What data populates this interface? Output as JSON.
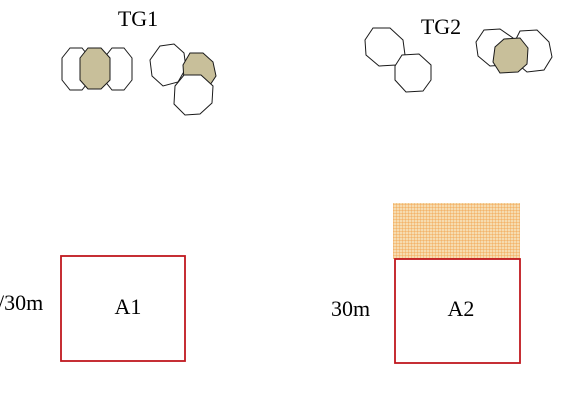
{
  "colors": {
    "octagon_outline": "#1a1a1a",
    "octagon_fill_plain": "#ffffff",
    "octagon_fill_shaded": "#c8bf9a",
    "rect_outline": "#c0181f",
    "grid_fill": "#f6dcb0",
    "grid_line": "#f39a3c"
  },
  "groups": {
    "tg1": {
      "label": "TG1"
    },
    "tg2": {
      "label": "TG2"
    }
  },
  "plots": {
    "a1": {
      "name": "A1",
      "side_label": "/30m"
    },
    "a2": {
      "name": "A2",
      "side_label": "30m"
    }
  }
}
